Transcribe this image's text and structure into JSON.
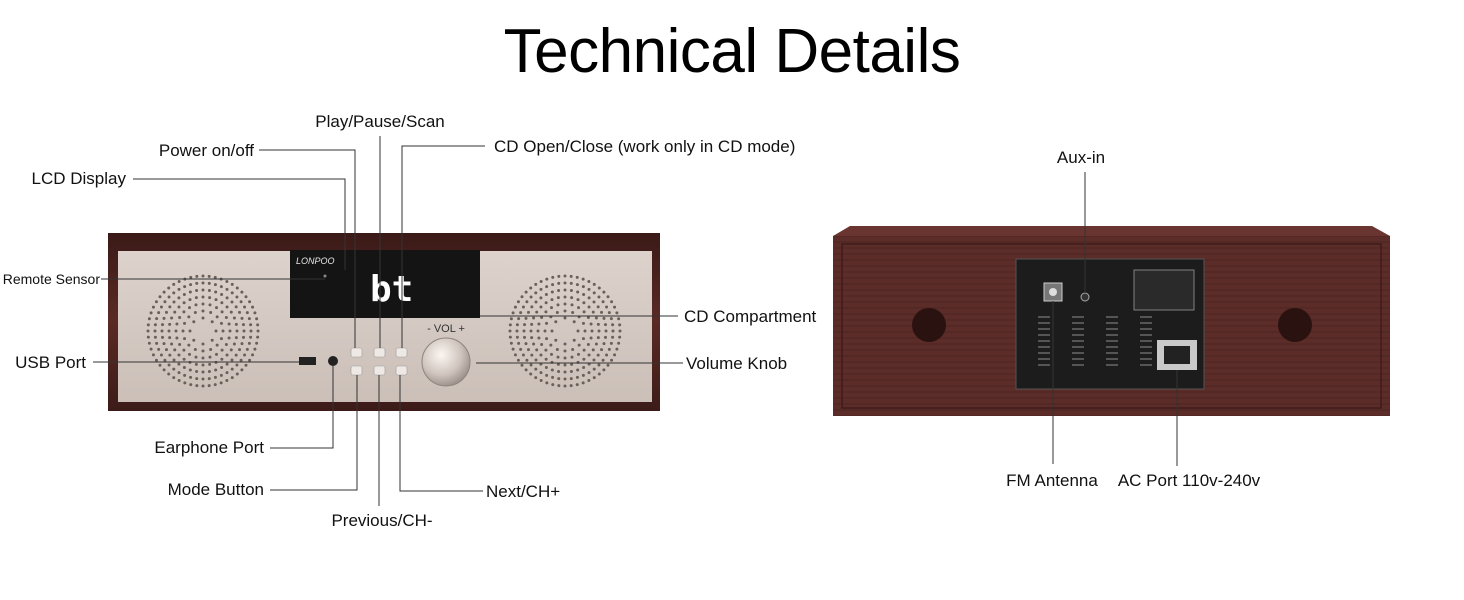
{
  "title": "Technical Details",
  "front_panel": {
    "brand": "LONPOO",
    "display_text": "bt",
    "volume_label": "- VOL +",
    "labels": {
      "play_pause": "Play/Pause/Scan",
      "power": "Power on/off",
      "cd_open": "CD Open/Close (work only in CD mode)",
      "lcd": "LCD Display",
      "remote": "Remote Sensor",
      "cd_compartment": "CD Compartment",
      "usb": "USB Port",
      "volume": "Volume Knob",
      "earphone": "Earphone Port",
      "mode": "Mode Button",
      "next": "Next/CH+",
      "previous": "Previous/CH-"
    }
  },
  "back_panel": {
    "labels": {
      "aux": "Aux-in",
      "fm": "FM Antenna",
      "ac": "AC Port 110v-240v"
    }
  },
  "colors": {
    "wood": "#4a2420",
    "panel": "#d7cdc6",
    "display": "#151515"
  }
}
